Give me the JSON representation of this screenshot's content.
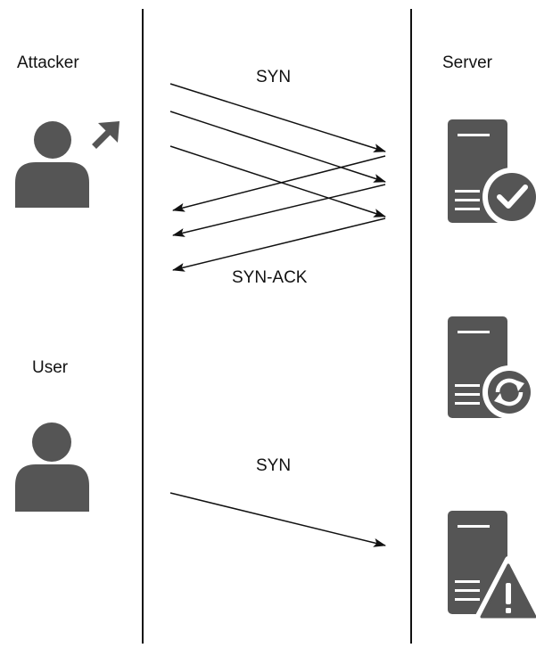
{
  "labels": {
    "attacker": "Attacker",
    "server": "Server",
    "user": "User",
    "attack_syn": "SYN",
    "syn_ack": "SYN-ACK",
    "user_syn": "SYN"
  },
  "icons": {
    "attacker": "attacker-person-icon",
    "user": "user-person-icon",
    "server_ok": "server-check-icon",
    "server_busy": "server-sync-icon",
    "server_warn": "server-warning-icon"
  },
  "colors": {
    "icon": "#555555",
    "line": "#111111"
  }
}
